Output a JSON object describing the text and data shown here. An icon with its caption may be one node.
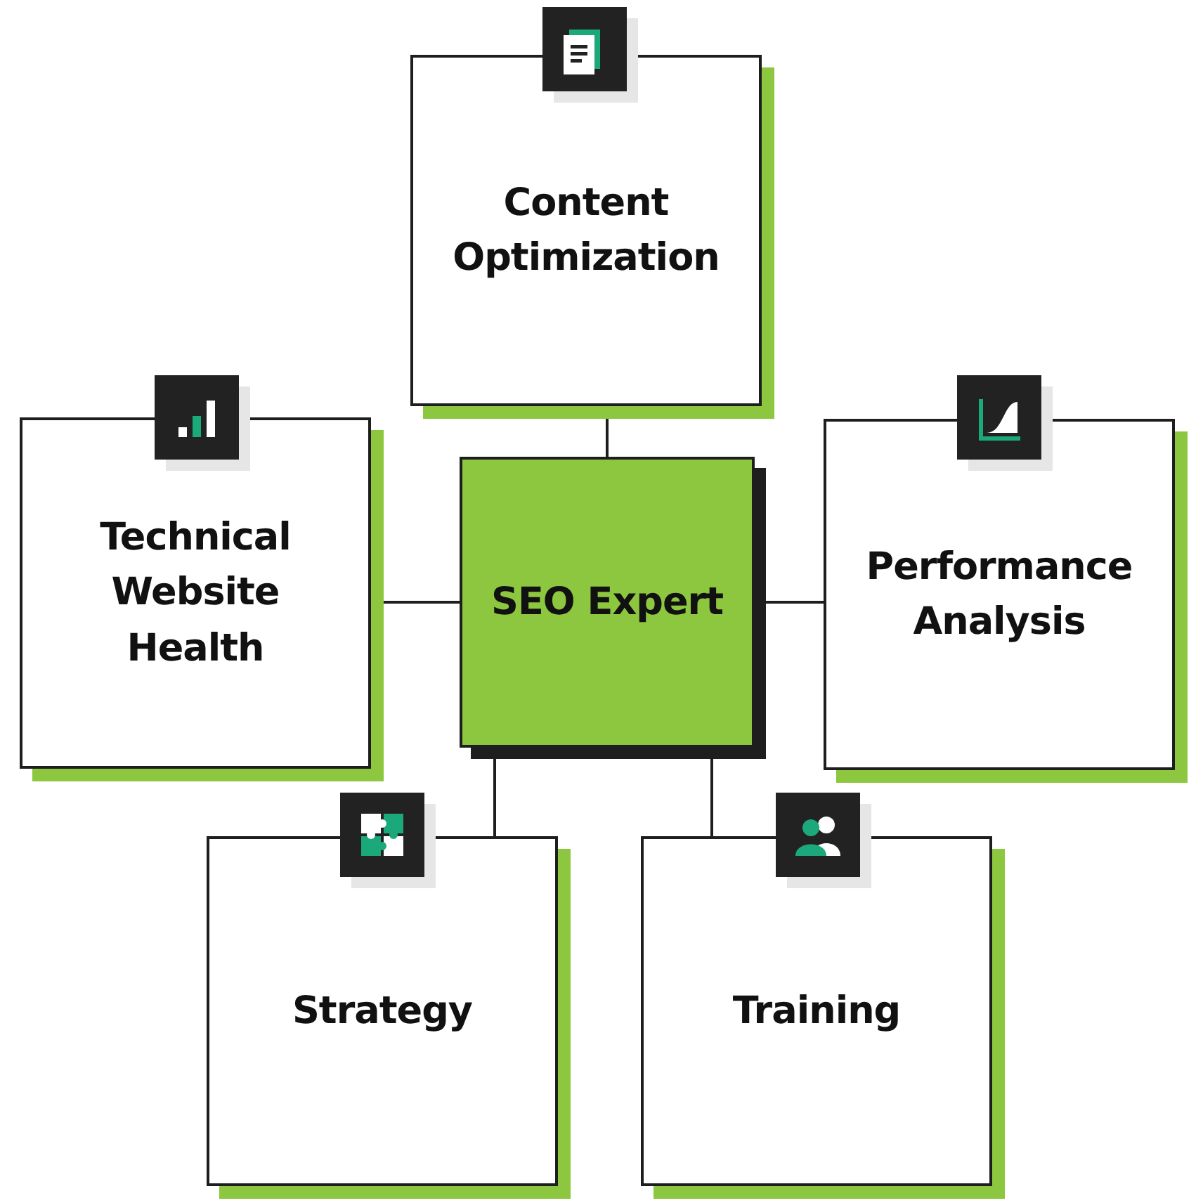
{
  "diagram": {
    "nodes": [
      {
        "text": [
          "Content Optimization"
        ]
      },
      {
        "text": [
          "Technical Website Health"
        ]
      },
      {
        "text": [
          "SEO Expert"
        ]
      },
      {
        "text": [
          "Performance Analysis"
        ]
      },
      {
        "text": [
          "Strategy"
        ]
      },
      {
        "text": [
          "Training"
        ]
      }
    ],
    "edges": [
      {
        "from": 2,
        "to": 0,
        "arrow": "none"
      },
      {
        "from": 2,
        "to": 1,
        "arrow": "none"
      },
      {
        "from": 2,
        "to": 3,
        "arrow": "none"
      },
      {
        "from": 2,
        "to": 4,
        "arrow": "none"
      },
      {
        "from": 2,
        "to": 5,
        "arrow": "none"
      }
    ]
  }
}
